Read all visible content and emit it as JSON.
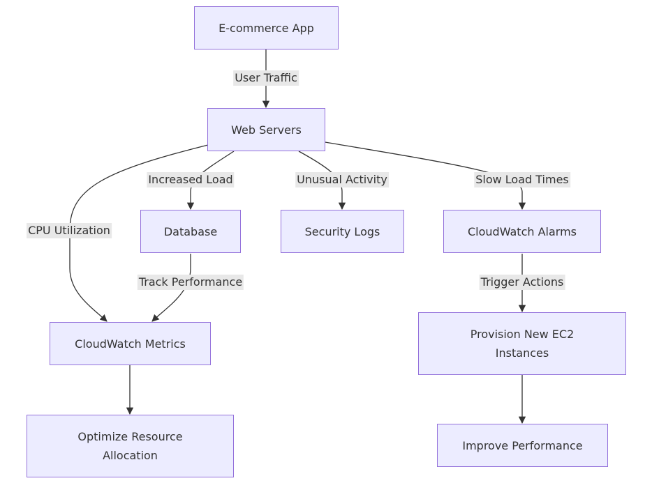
{
  "diagram": {
    "nodes": {
      "ecommerce_app": "E-commerce App",
      "web_servers": "Web Servers",
      "database": "Database",
      "security_logs": "Security Logs",
      "cloudwatch_alarms": "CloudWatch Alarms",
      "cloudwatch_metrics": "CloudWatch Metrics",
      "provision_ec2": "Provision New EC2 Instances",
      "optimize_resource": "Optimize Resource Allocation",
      "improve_performance": "Improve Performance"
    },
    "edges": {
      "user_traffic": "User Traffic",
      "increased_load": "Increased Load",
      "unusual_activity": "Unusual Activity",
      "slow_load_times": "Slow Load Times",
      "cpu_utilization": "CPU Utilization",
      "track_performance": "Track Performance",
      "trigger_actions": "Trigger Actions"
    },
    "colors": {
      "node_fill": "#ECECFF",
      "node_border": "#9370DB",
      "edge": "#333333",
      "edge_label_bg": "#e8e8e8"
    }
  }
}
